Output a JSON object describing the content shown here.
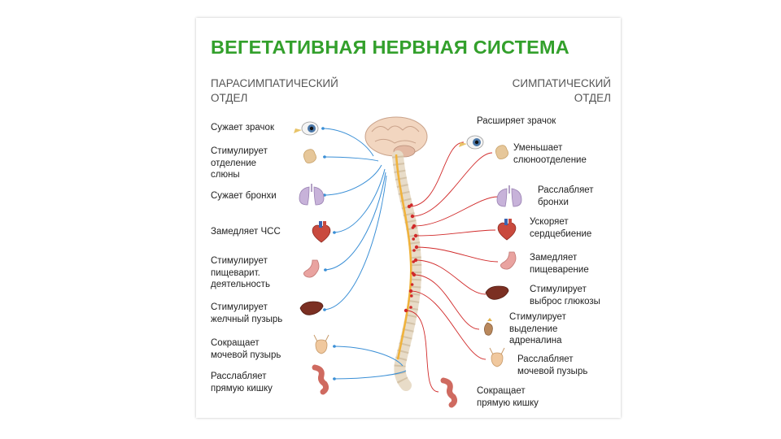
{
  "title": "ВЕГЕТАТИВНАЯ НЕРВНАЯ СИСТЕМА",
  "parasympathetic": {
    "heading": [
      "ПАРАСИМПАТИЧЕСКИЙ",
      "ОТДЕЛ"
    ],
    "effects": [
      {
        "lines": [
          "Сужает зрачок"
        ],
        "organ": "eye-icon"
      },
      {
        "lines": [
          "Стимулирует",
          "отделение",
          "слюны"
        ],
        "organ": "salivary-gland-icon"
      },
      {
        "lines": [
          "Сужает бронхи"
        ],
        "organ": "lungs-icon"
      },
      {
        "lines": [
          "Замедляет ЧСС"
        ],
        "organ": "heart-icon"
      },
      {
        "lines": [
          "Стимулирует",
          "пищеварит.",
          "деятельность"
        ],
        "organ": "stomach-icon"
      },
      {
        "lines": [
          "Стимулирует",
          "желчный пузырь"
        ],
        "organ": "liver-icon"
      },
      {
        "lines": [
          "Сокращает",
          "мочевой пузырь"
        ],
        "organ": "bladder-icon"
      },
      {
        "lines": [
          "Расслабляет",
          "прямую кишку"
        ],
        "organ": "rectum-icon"
      }
    ]
  },
  "sympathetic": {
    "heading": [
      "СИМПАТИЧЕСКИЙ",
      "ОТДЕЛ"
    ],
    "effects": [
      {
        "lines": [
          "Расширяет зрачок"
        ],
        "organ": "eye-icon"
      },
      {
        "lines": [
          "Уменьшает",
          "слюноотделение"
        ],
        "organ": "salivary-gland-icon"
      },
      {
        "lines": [
          "Расслабляет",
          "бронхи"
        ],
        "organ": "lungs-icon"
      },
      {
        "lines": [
          "Ускоряет",
          "сердцебиение"
        ],
        "organ": "heart-icon"
      },
      {
        "lines": [
          "Замедляет",
          "пищеварение"
        ],
        "organ": "stomach-icon"
      },
      {
        "lines": [
          "Стимулирует",
          "выброс глюкозы"
        ],
        "organ": "liver-icon"
      },
      {
        "lines": [
          "Стимулирует",
          "выделение",
          "адреналина"
        ],
        "organ": "adrenal-gland-icon"
      },
      {
        "lines": [
          "Расслабляет",
          "мочевой пузырь"
        ],
        "organ": "bladder-icon"
      },
      {
        "lines": [
          "Сокращает",
          "прямую кишку"
        ],
        "organ": "rectum-icon"
      }
    ]
  },
  "colors": {
    "title": "#33a02c",
    "parasympathetic_nerve": "#3a8fd6",
    "sympathetic_nerve": "#d12a2a",
    "spine": "#e8dcc8",
    "brain": "#f2d6c0"
  }
}
